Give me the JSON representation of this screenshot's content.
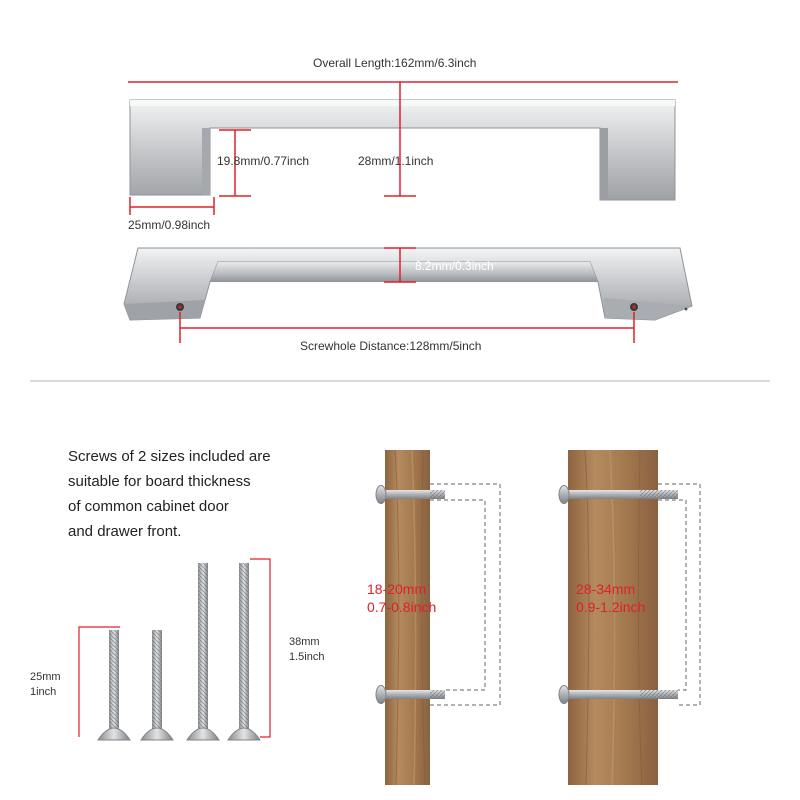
{
  "dimensions": {
    "overall_length": "Overall Length:162mm/6.3inch",
    "inner_height": "19.8mm/0.77inch",
    "projection": "28mm/1.1inch",
    "end_width": "25mm/0.98inch",
    "bar_thickness": "8.2mm/0.3inch",
    "screwhole_distance": "Screwhole Distance:128mm/5inch"
  },
  "screws": {
    "description_lines": [
      "Screws of 2 sizes included are",
      "suitable for board thickness",
      "of common cabinet door",
      "and drawer front."
    ],
    "short_mm": "25mm",
    "short_inch": "1inch",
    "long_mm": "38mm",
    "long_inch": "1.5inch"
  },
  "boards": [
    {
      "mm": "18-20mm",
      "inch": "0.7-0.8inch"
    },
    {
      "mm": "28-34mm",
      "inch": "0.9-1.2inch"
    }
  ],
  "colors": {
    "accent": "#e0202a",
    "metal": "#b9bcbf",
    "wood": "#a67c52"
  }
}
